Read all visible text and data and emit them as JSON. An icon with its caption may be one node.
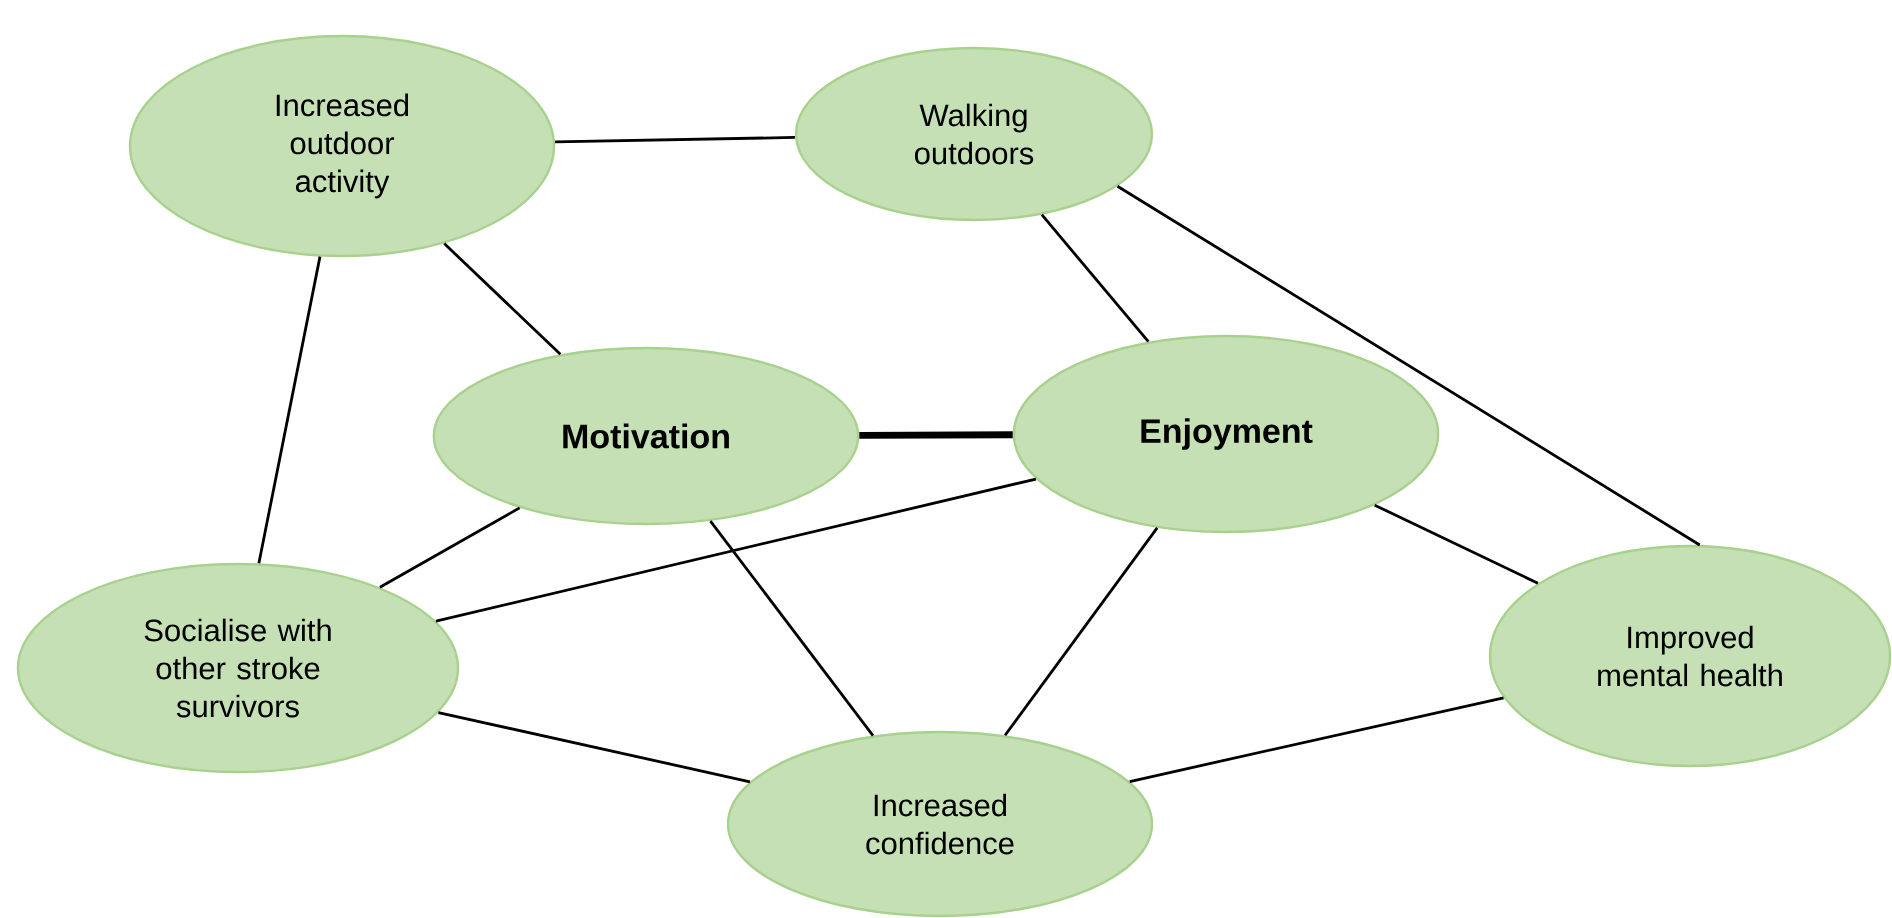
{
  "diagram": {
    "nodes": [
      {
        "text": [
          "Increased outdoor activity"
        ]
      },
      {
        "text": [
          "Walking outdoors"
        ]
      },
      {
        "text": [
          "Motivation"
        ]
      },
      {
        "text": [
          "Enjoyment"
        ]
      },
      {
        "text": [
          "Socialise with other stroke survivors"
        ]
      },
      {
        "text": [
          "Increased confidence"
        ]
      },
      {
        "text": [
          "Improved mental health"
        ]
      }
    ],
    "edges": [
      {
        "from": 0,
        "to": 1,
        "arrow": "none"
      },
      {
        "from": 0,
        "to": 4,
        "arrow": "none"
      },
      {
        "from": 0,
        "to": 2,
        "arrow": "none"
      },
      {
        "from": 1,
        "to": 3,
        "arrow": "none"
      },
      {
        "from": 1,
        "to": 6,
        "arrow": "none"
      },
      {
        "from": 2,
        "to": 3,
        "arrow": "none",
        "style": "thick"
      },
      {
        "from": 2,
        "to": 4,
        "arrow": "none"
      },
      {
        "from": 2,
        "to": 5,
        "arrow": "none"
      },
      {
        "from": 3,
        "to": 4,
        "arrow": "none"
      },
      {
        "from": 3,
        "to": 5,
        "arrow": "none"
      },
      {
        "from": 3,
        "to": 6,
        "arrow": "none"
      },
      {
        "from": 4,
        "to": 5,
        "arrow": "none"
      },
      {
        "from": 5,
        "to": 6,
        "arrow": "none"
      }
    ]
  }
}
